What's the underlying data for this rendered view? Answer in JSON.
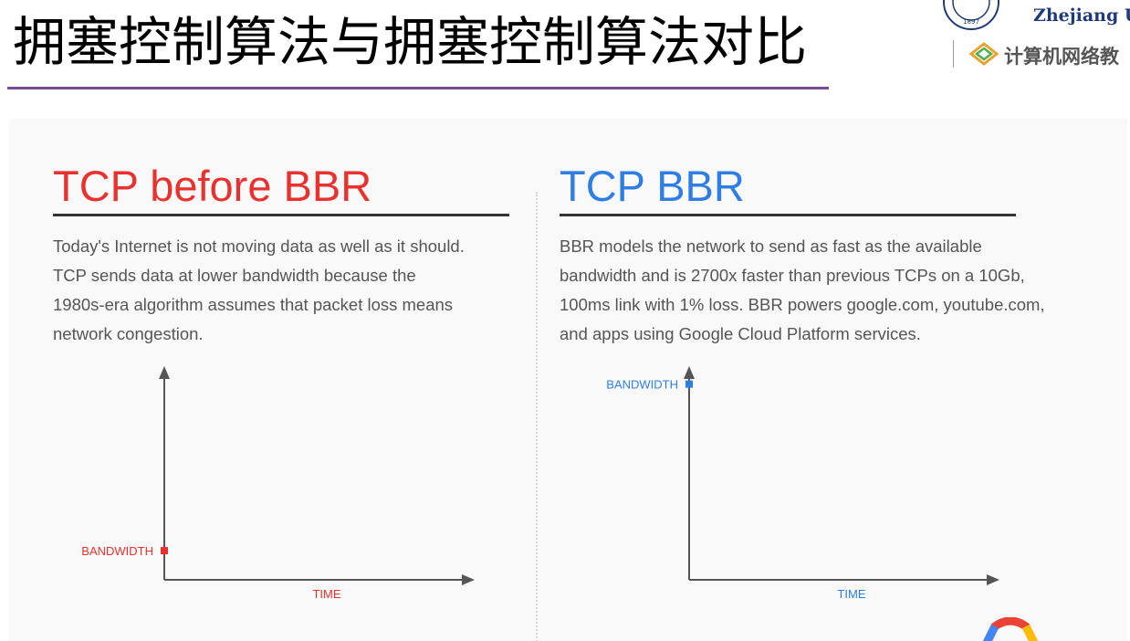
{
  "slide": {
    "title": "拥塞控制算法与拥塞控制算法对比"
  },
  "logo": {
    "university_name": "Zhejiang U",
    "course_name": "计算机网络教",
    "seal_year": "1897"
  },
  "left_panel": {
    "heading": "TCP before BBR",
    "body": "Today's Internet is not moving data as well as it should.\nTCP sends data at lower bandwidth because the\n1980s-era algorithm assumes that packet loss means\nnetwork congestion."
  },
  "right_panel": {
    "heading": "TCP BBR",
    "body": "BBR models the network to send as fast as the available\nbandwidth and is 2700x faster than previous TCPs on a 10Gb,\n100ms link with 1% loss. BBR powers google.com, youtube.com,\nand apps using Google Cloud Platform services."
  },
  "colors": {
    "before_bbr": "#e8322f",
    "bbr": "#2f7ee3",
    "axis": "#555555",
    "title_rule": "#7a4b95"
  },
  "chart_data": [
    {
      "type": "scatter",
      "title": "",
      "xlabel": "TIME",
      "ylabel": "BANDWIDTH",
      "ylabel_color": "#e8322f",
      "xlabel_color": "#e8322f",
      "ylim": [
        0,
        1
      ],
      "points": [
        {
          "x": 0,
          "y": 0.14
        }
      ]
    },
    {
      "type": "scatter",
      "title": "",
      "xlabel": "TIME",
      "ylabel": "BANDWIDTH",
      "ylabel_color": "#2f7ee3",
      "xlabel_color": "#2f7ee3",
      "ylim": [
        0,
        1
      ],
      "points": [
        {
          "x": 0,
          "y": 0.94
        }
      ]
    }
  ]
}
